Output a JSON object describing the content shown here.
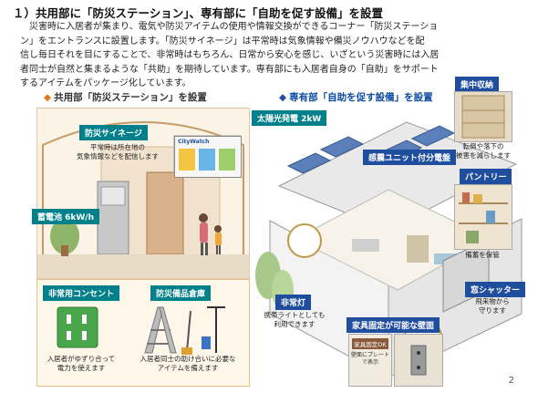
{
  "heading": "１）共用部に「防災ステーション」、専有部に「自助を促す設備」を設置",
  "paragraph": [
    "災害時に入居者が集まり、電気や防災アイテムの使用や情報交換ができるコーナー「防災ステーショ",
    "ン」をエントランスに設置します。「防災サイネージ」は平常時は気象情報や備災ノウハウなどを配",
    "信し毎日それを目にすることで、非常時はもちろん、日常から安心を感じ、いざという災害時には入居",
    "者同士が自然と集まるような「共助」を期待しています。専有部にも入居者自身の「自助」をサポート",
    "するアイテムをパッケージ化しています。"
  ],
  "left": {
    "subtitle": "共用部「防災ステーション」を設置",
    "signage_tag": "防災サイネージ",
    "signage_desc": [
      "平常時は所在地の",
      "気象情報などを配信します"
    ],
    "screen_logo": "CityWatch",
    "battery_tag": "蓄電池 6kW/h",
    "outlet_tag": "非常用コンセント",
    "outlet_desc": [
      "入居者がゆずり合って",
      "電力を使えます"
    ],
    "storage_tag": "防災備品倉庫",
    "storage_desc": [
      "入居者同士の助け合いに必要な",
      "アイテムを備えます"
    ]
  },
  "right": {
    "subtitle": "専有部「自助を促す設備」を設置",
    "solar_tag": "太陽光発電 2kW",
    "sensor_tag": "感震ユニット付分電盤",
    "closet_tag": "集中収納",
    "closet_desc": [
      "転倒や落下の",
      "被害を減らします"
    ],
    "pantry_tag": "パントリー",
    "pantry_desc": "備蓄を保管",
    "lamp_tag": "非常灯",
    "lamp_desc": [
      "携帯ライトとしても",
      "利用できます"
    ],
    "shutter_tag": "窓シャッター",
    "shutter_desc": [
      "飛来物から",
      "守ります"
    ],
    "wall_tag": "家具固定が可能な壁面",
    "wall_badge": "家具固定OK",
    "wall_desc": [
      "壁面にプレート",
      "で表示"
    ]
  },
  "page_number": "2",
  "colors": {
    "teal": "#00808a",
    "blue": "#1f4e9e",
    "orange": "#e07a1f"
  }
}
